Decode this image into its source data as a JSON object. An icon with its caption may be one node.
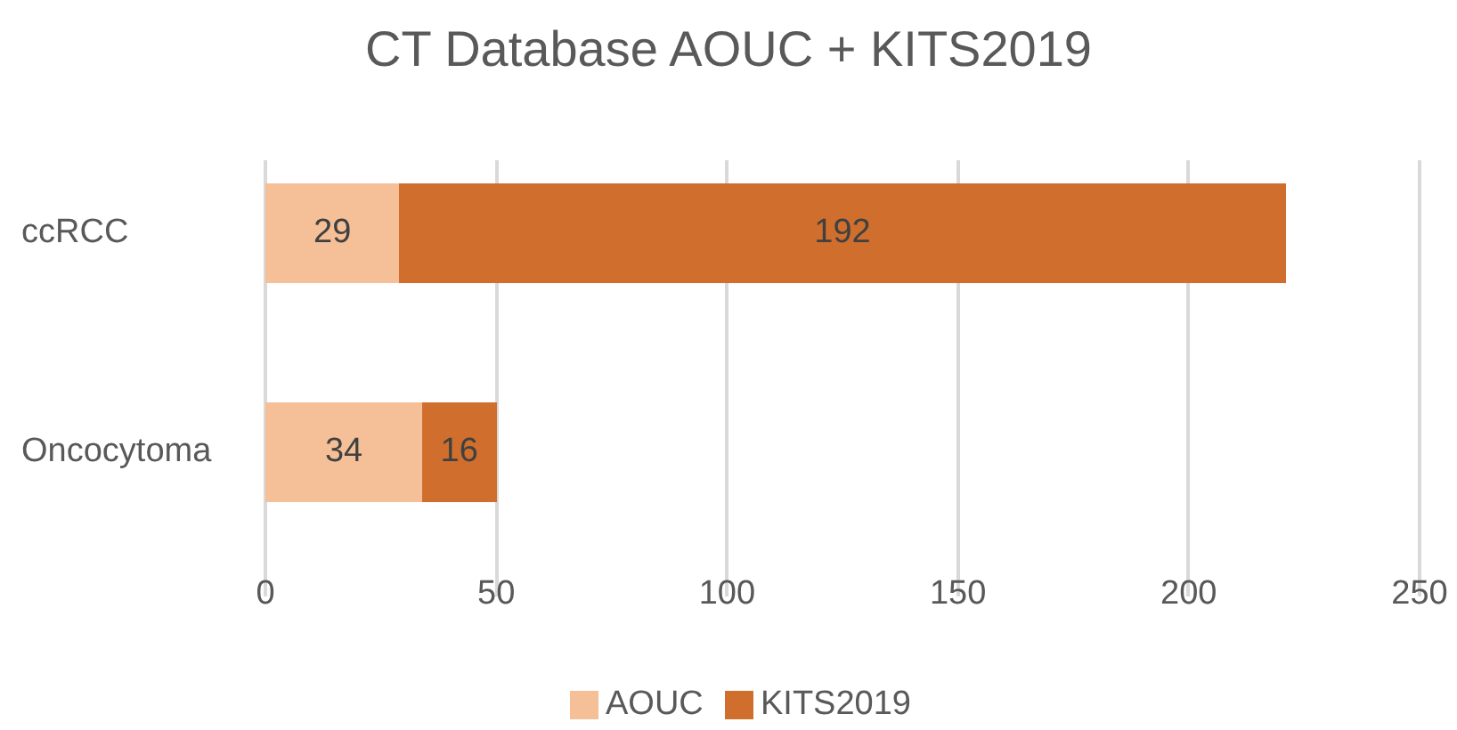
{
  "diagram": {
    "chart_data": {
      "type": "bar",
      "orientation": "horizontal",
      "stacked": true,
      "title": "CT Database AOUC + KITS2019",
      "categories": [
        "ccRCC",
        "Oncocytoma"
      ],
      "series": [
        {
          "name": "AOUC",
          "color": "#f5bf98",
          "values": [
            29,
            34
          ]
        },
        {
          "name": "KITS2019",
          "color": "#d06f2d",
          "values": [
            192,
            16
          ]
        }
      ],
      "xlim": [
        0,
        250
      ],
      "xticks": [
        0,
        50,
        100,
        150,
        200,
        250
      ],
      "data_labels": true,
      "legend": true
    }
  }
}
